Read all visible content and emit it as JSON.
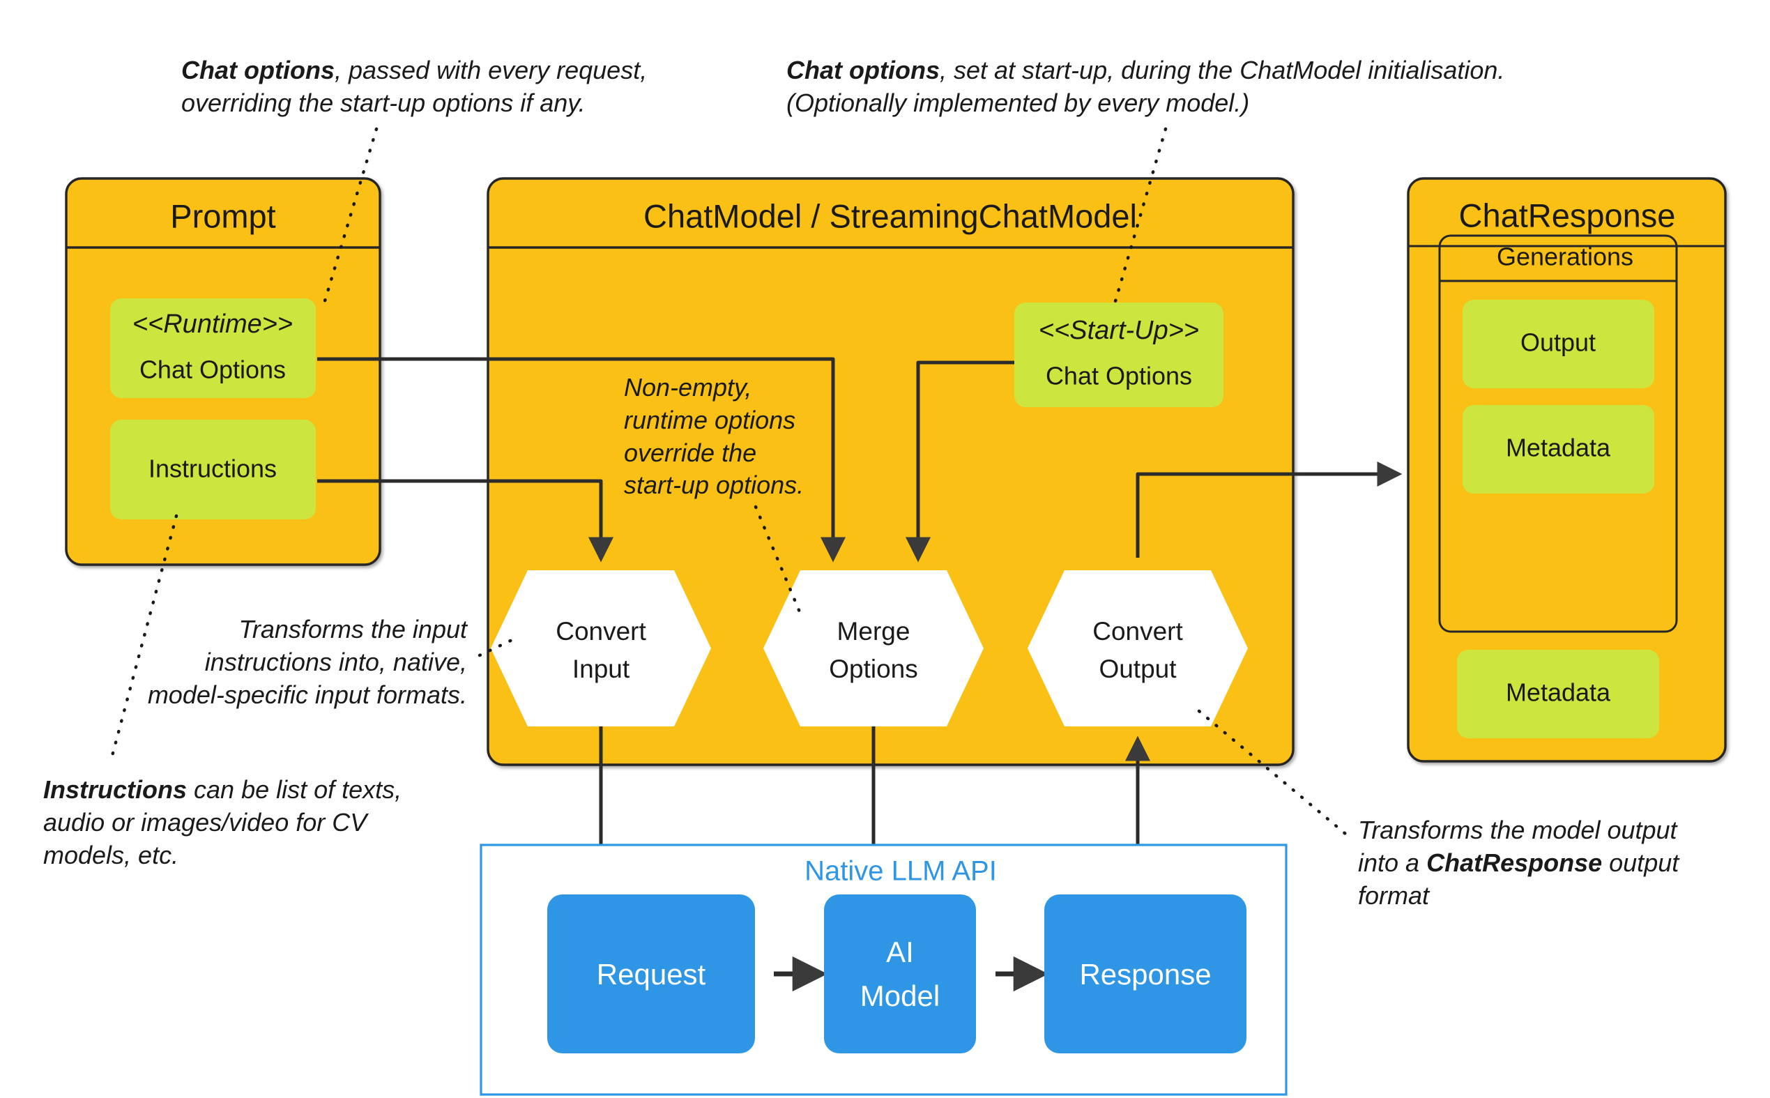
{
  "palette": {
    "yellow": "#FAC018",
    "lime": "#CDE53F",
    "blue": "#2F96E6",
    "stroke": "#262626",
    "white": "#FFFFFF"
  },
  "annotations": {
    "runtime_note": {
      "bold": "Chat options",
      "rest": ", passed with every  request,\noverriding the start-up options if any."
    },
    "startup_note": {
      "bold": "Chat options",
      "rest": ", set at start-up, during  the ChatModel initialisation.\n(Optionally implemented by every model.)"
    },
    "merge_note": "Non-empty,\nruntime options\noverride the\nstart-up options.",
    "convert_input_note": "Transforms the input\ninstructions into, native,\nmodel-specific input formats.",
    "instructions_note": {
      "bold": "Instructions",
      "rest": " can be list of texts,\naudio or images/video for CV\nmodels, etc."
    },
    "convert_output_note": {
      "pre": "Transforms the model output\ninto  a ",
      "bold": "ChatResponse",
      "post": " output\nformat"
    }
  },
  "prompt_box": {
    "title": "Prompt",
    "chips": [
      {
        "stereotype": "<<Runtime>>",
        "label": "Chat Options"
      },
      {
        "stereotype": "",
        "label": "Instructions"
      }
    ]
  },
  "chatmodel_box": {
    "title": "ChatModel / StreamingChatModel",
    "chips": [
      {
        "stereotype": "<<Start-Up>>",
        "label": "Chat Options"
      }
    ],
    "hexagons": [
      {
        "line1": "Convert",
        "line2": "Input"
      },
      {
        "line1": "Merge",
        "line2": "Options"
      },
      {
        "line1": "Convert",
        "line2": "Output"
      }
    ]
  },
  "chatresponse_box": {
    "title": "ChatResponse",
    "generations": {
      "title": "Generations",
      "chips": [
        {
          "label": "Output"
        },
        {
          "label": "Metadata"
        }
      ]
    },
    "chips": [
      {
        "label": "Metadata"
      }
    ]
  },
  "native_api": {
    "title": "Native LLM API",
    "nodes": [
      {
        "line1": "Request",
        "line2": ""
      },
      {
        "line1": "AI",
        "line2": "Model"
      },
      {
        "line1": "Response",
        "line2": ""
      }
    ]
  }
}
